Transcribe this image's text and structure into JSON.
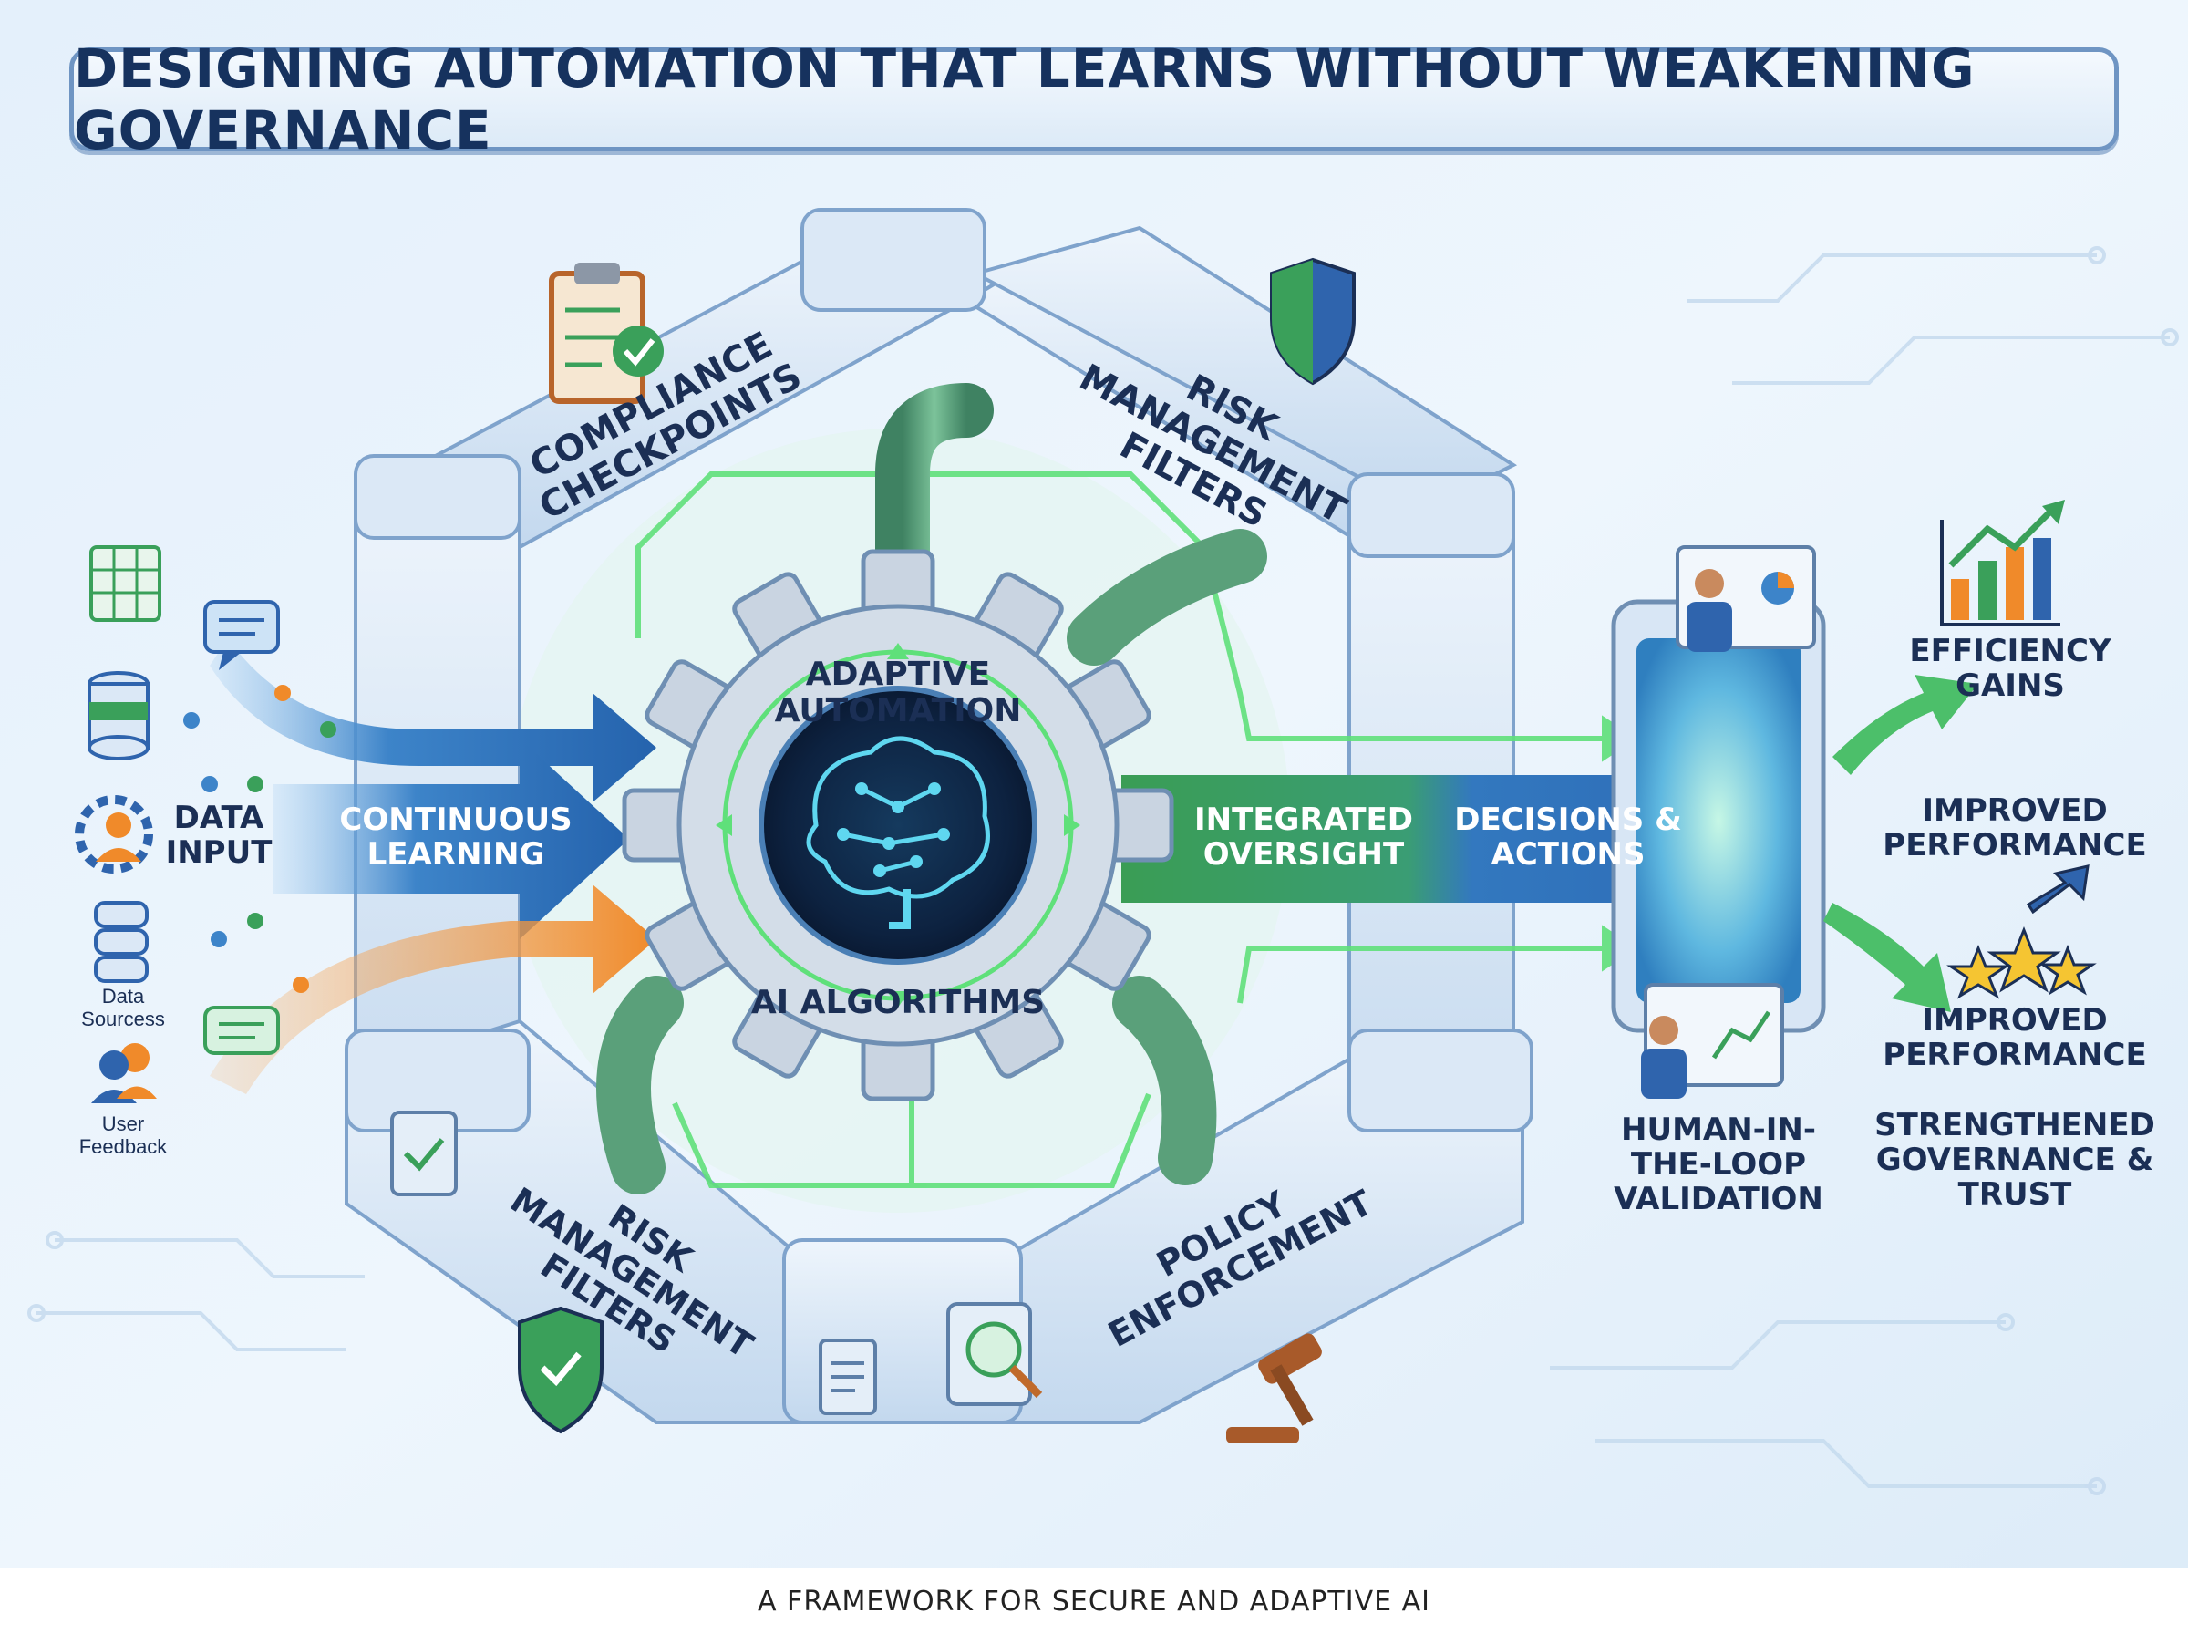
{
  "title": "DESIGNING AUTOMATION THAT LEARNS WITHOUT WEAKENING GOVERNANCE",
  "footer": "A FRAMEWORK FOR SECURE AND ADAPTIVE AI",
  "frame": {
    "top_left": "COMPLIANCE CHECKPOINTS",
    "top_right": "RISK MANAGEMENT FILTERS",
    "bottom_left": "RISK MANAGEMENT FILTERS",
    "bottom_right": "POLICY ENFORCEMENT"
  },
  "gear": {
    "top_text": "ADAPTIVE AUTOMATION",
    "bottom_text": "AI ALGORITHMS"
  },
  "inputs": {
    "data_input": "DATA INPUT",
    "data_sources": "Data Sourcess",
    "user_feedback": "User Feedback"
  },
  "arrows": {
    "continuous_learning": "CONTINUOUS LEARNING",
    "integrated_oversight": "INTEGRATED OVERSIGHT",
    "decisions_actions": "DECISIONS & ACTIONS"
  },
  "validation": "HUMAN-IN-THE-LOOP VALIDATION",
  "outcomes": {
    "efficiency": "EFFICIENCY GAINS",
    "performance_1": "IMPROVED PERFORMANCE",
    "performance_2": "IMPROVED PERFORMANCE",
    "governance": "STRENGTHENED GOVERNANCE & TRUST"
  },
  "colors": {
    "navy": "#1b2f55",
    "blue_arrow": "#2f6fb7",
    "green_arrow": "#3aa05a",
    "orange_arrow": "#f08c2e",
    "glow_green": "#5fe07a",
    "frame": "#cfe0f2",
    "gear": "#c7d2df"
  },
  "icons": [
    "spreadsheet-icon",
    "chat-bubble-icon",
    "database-icon",
    "people-gear-icon",
    "user-group-icon",
    "clipboard-check-icon",
    "shield-icon",
    "brain-icon",
    "gavel-icon",
    "log-magnifier-icon",
    "document-icon",
    "presenter-icon",
    "bar-chart-up-icon",
    "stars-icon"
  ]
}
